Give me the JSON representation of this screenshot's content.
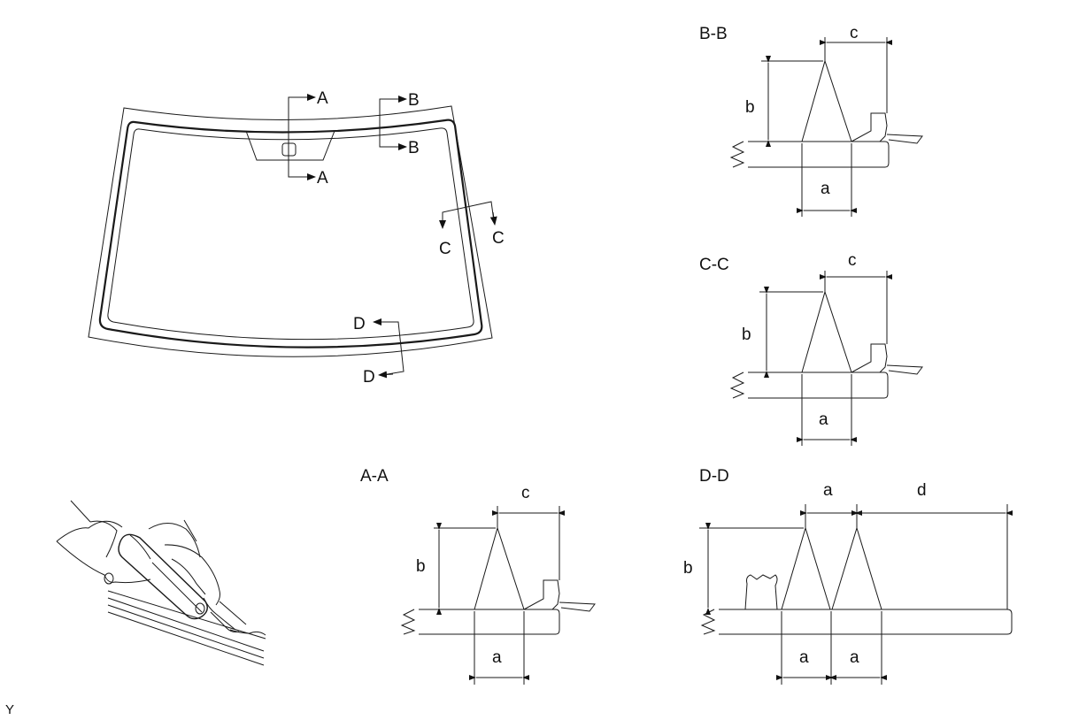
{
  "section_labels": {
    "A_top": "A",
    "A_bottom": "A",
    "B_top": "B",
    "B_bottom": "B",
    "C_left": "C",
    "C_right": "C",
    "D_top": "D",
    "D_bottom": "D"
  },
  "sections": {
    "AA": {
      "title": "A-A",
      "a": "a",
      "b": "b",
      "c": "c"
    },
    "BB": {
      "title": "B-B",
      "a": "a",
      "b": "b",
      "c": "c"
    },
    "CC": {
      "title": "C-C",
      "a": "a",
      "b": "b",
      "c": "c"
    },
    "DD": {
      "title": "D-D",
      "a_top": "a",
      "a_left": "a",
      "a_right": "a",
      "b": "b",
      "d": "d"
    }
  },
  "figure_code": "Y"
}
